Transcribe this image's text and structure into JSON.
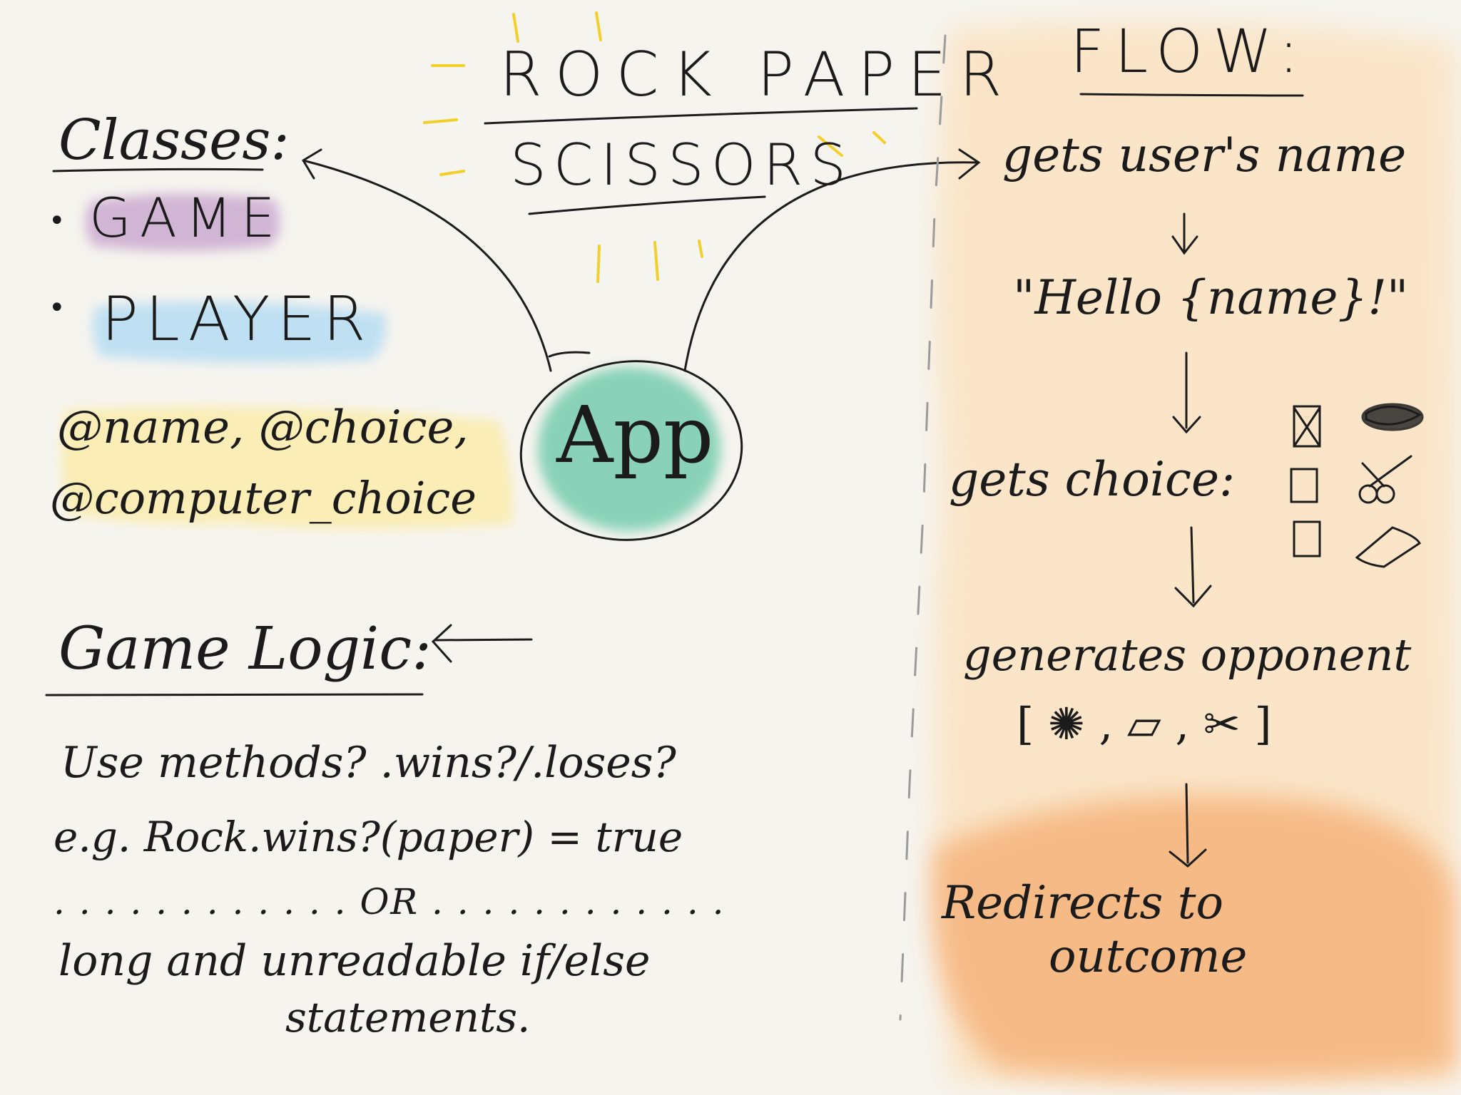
{
  "title": {
    "line1": "ROCK PAPER",
    "line2": "SCISSORS"
  },
  "center": {
    "label": "App"
  },
  "classes": {
    "heading": "Classes:",
    "items": [
      "GAME",
      "PLAYER"
    ],
    "attributes_line1": "@name, @choice,",
    "attributes_line2": "@computer_choice"
  },
  "game_logic": {
    "heading": "Game Logic:",
    "lines": [
      "Use methods? .wins?/.loses?",
      "e.g. Rock.wins?(paper) = true",
      ". . . . . . . . . . . . OR . . . . . . . . . . . .",
      "long and unreadable if/else",
      "statements."
    ]
  },
  "flow": {
    "heading": "FLOW:",
    "steps": [
      "gets user's name",
      "\"Hello {name}!\"",
      "gets choice:",
      "generates opponent",
      "[ ✺ , ▱ , ✂ ]",
      "Redirects to",
      "outcome"
    ]
  },
  "colors": {
    "game_highlight": "#c9a9cf",
    "player_highlight": "#b9def3",
    "attributes_highlight": "#fbeeb0",
    "app_fill": "#7ecfb4",
    "flow_bg": "#fbe2c0",
    "outcome_bg": "#f6b57f",
    "sparks": "#f2cf2a"
  },
  "icons": [
    "checkbox-checked-icon",
    "rock-icon",
    "checkbox-icon",
    "scissors-icon",
    "paper-icon"
  ]
}
